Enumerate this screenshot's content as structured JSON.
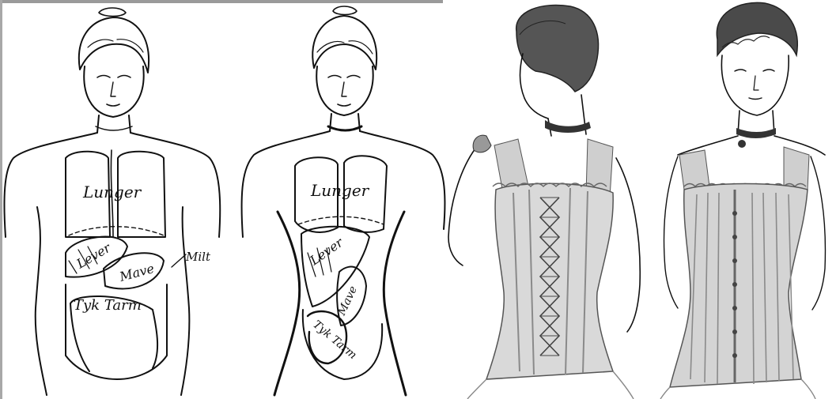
{
  "figure_natural": {
    "label_lunger": "Lunger",
    "label_lever": "Lever",
    "label_mave": "Mave",
    "label_milt": "Milt",
    "label_tyktarm": "Tyk Tarm"
  },
  "figure_corseted": {
    "label_lunger": "Lunger",
    "label_lever": "Lever",
    "label_mave": "Mave",
    "label_tyktarm": "Tyk Tarm"
  },
  "colors": {
    "ink": "#111111",
    "corset_fill": "#d9d9d9",
    "corset_shade": "#8a8a8a",
    "skin_fill": "#ffffff"
  }
}
